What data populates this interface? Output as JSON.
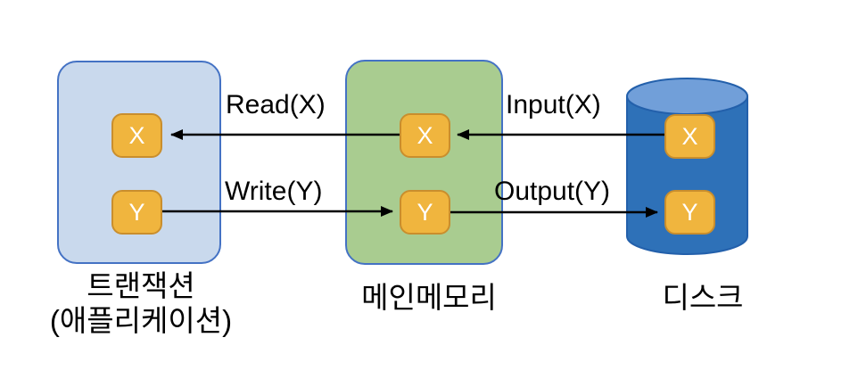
{
  "diagram": {
    "title_semantic": "transaction-memory-disk-data-flow",
    "background": "#ffffff",
    "transaction": {
      "caption_line1": "트랜잭션",
      "caption_line2": "(애플리케이션)",
      "fill": "#c9d9ed",
      "border": "#4472c4",
      "items": {
        "x": "X",
        "y": "Y"
      }
    },
    "memory": {
      "caption": "메인메모리",
      "fill": "#a9cc90",
      "border": "#4472c4",
      "items": {
        "x": "X",
        "y": "Y"
      }
    },
    "disk": {
      "caption": "디스크",
      "body_fill": "#2e71b8",
      "top_fill": "#719fd9",
      "border": "#2360ab",
      "items": {
        "x": "X",
        "y": "Y"
      }
    },
    "chip_style": {
      "fill": "#f0b53e",
      "border": "#c98e2d",
      "text_color": "#ffffff"
    },
    "arrows": {
      "read": {
        "label": "Read(X)",
        "from": "memory.X",
        "to": "transaction.X",
        "direction": "left",
        "color": "#000000"
      },
      "write": {
        "label": "Write(Y)",
        "from": "transaction.Y",
        "to": "memory.Y",
        "direction": "right",
        "color": "#000000"
      },
      "input": {
        "label": "Input(X)",
        "from": "disk.X",
        "to": "memory.X",
        "direction": "left",
        "color": "#000000"
      },
      "output": {
        "label": "Output(Y)",
        "from": "memory.Y",
        "to": "disk.Y",
        "direction": "right",
        "color": "#000000"
      }
    }
  }
}
